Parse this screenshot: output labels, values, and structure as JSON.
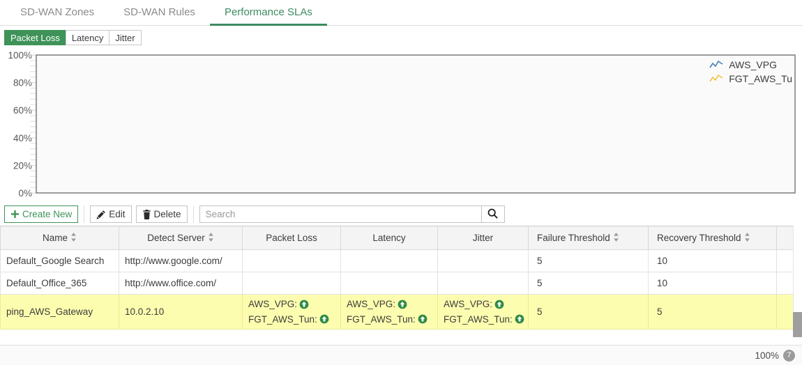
{
  "top_tabs": {
    "items": [
      {
        "label": "SD-WAN Zones",
        "active": false
      },
      {
        "label": "SD-WAN Rules",
        "active": false
      },
      {
        "label": "Performance SLAs",
        "active": true
      }
    ]
  },
  "metric_tabs": {
    "items": [
      {
        "label": "Packet Loss",
        "active": true
      },
      {
        "label": "Latency",
        "active": false
      },
      {
        "label": "Jitter",
        "active": false
      }
    ]
  },
  "chart_data": {
    "type": "line",
    "title": "",
    "xlabel": "",
    "ylabel": "",
    "ylim": [
      0,
      100
    ],
    "yticks": [
      "0%",
      "20%",
      "40%",
      "60%",
      "80%",
      "100%"
    ],
    "ytick_values": [
      0,
      20,
      40,
      60,
      80,
      100
    ],
    "grid": true,
    "legend_position": "top-right",
    "series": [
      {
        "name": "AWS_VPG",
        "color": "#4a7fb5",
        "values": []
      },
      {
        "name": "FGT_AWS_Tu",
        "color": "#f2c245",
        "values": []
      }
    ]
  },
  "toolbar": {
    "create_new_label": "Create New",
    "edit_label": "Edit",
    "delete_label": "Delete",
    "search_placeholder": "Search",
    "search_value": ""
  },
  "table": {
    "columns": [
      {
        "label": "Name",
        "sortable": true
      },
      {
        "label": "Detect Server",
        "sortable": true
      },
      {
        "label": "Packet Loss",
        "sortable": false
      },
      {
        "label": "Latency",
        "sortable": false
      },
      {
        "label": "Jitter",
        "sortable": false
      },
      {
        "label": "Failure Threshold",
        "sortable": true
      },
      {
        "label": "Recovery Threshold",
        "sortable": true
      },
      {
        "label": "",
        "sortable": false
      }
    ],
    "rows": [
      {
        "selected": false,
        "name": "Default_Google Search",
        "detect_server": "http://www.google.com/",
        "packet_loss": [],
        "latency": [],
        "jitter": [],
        "failure_threshold": "5",
        "recovery_threshold": "10",
        "extra": ""
      },
      {
        "selected": false,
        "name": "Default_Office_365",
        "detect_server": "http://www.office.com/",
        "packet_loss": [],
        "latency": [],
        "jitter": [],
        "failure_threshold": "5",
        "recovery_threshold": "10",
        "extra": ""
      },
      {
        "selected": true,
        "name": "ping_AWS_Gateway",
        "detect_server": "10.0.2.10",
        "packet_loss": [
          {
            "label": "AWS_VPG:",
            "status": "up"
          },
          {
            "label": "FGT_AWS_Tun:",
            "status": "up"
          }
        ],
        "latency": [
          {
            "label": "AWS_VPG:",
            "status": "up"
          },
          {
            "label": "FGT_AWS_Tun:",
            "status": "up"
          }
        ],
        "jitter": [
          {
            "label": "AWS_VPG:",
            "status": "up"
          },
          {
            "label": "FGT_AWS_Tun:",
            "status": "up"
          }
        ],
        "failure_threshold": "5",
        "recovery_threshold": "5",
        "extra": ""
      }
    ]
  },
  "statusbar": {
    "zoom_level": "100%",
    "badge_count": "7"
  },
  "colors": {
    "accent_green": "#3f9358",
    "tab_active_green": "#3d8b5f",
    "selected_row_yellow": "#fdfdaf",
    "status_up_green": "#2e8b45",
    "series_blue": "#4a7fb5",
    "series_yellow": "#f2c245"
  }
}
